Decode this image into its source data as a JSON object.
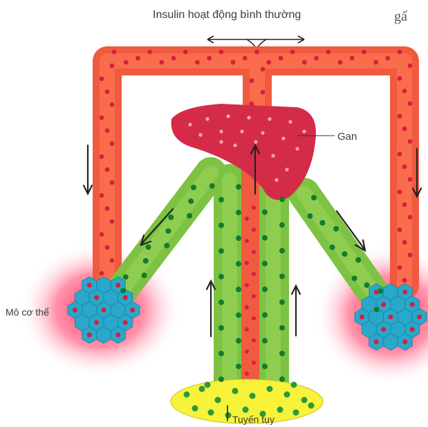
{
  "diagram": {
    "title": "Insulin hoạt động bình thường",
    "corner_text": "gấ",
    "labels": {
      "liver": "Gan",
      "body_tissue": "Mô cơ thể",
      "pancreas": "Tuyến tụy"
    }
  },
  "colors": {
    "blood_vessel": "#f05a40",
    "blood_vessel_inner": "#ff7a55",
    "red_dot": "#d61f3c",
    "liver": "#d42c48",
    "insulin_vessel": "#7dc242",
    "insulin_dot": "#137a2e",
    "pancreas": "#f7f23a",
    "cell": "#2aa8c9",
    "glow": "#ff2a5a",
    "arrow": "#222222"
  }
}
